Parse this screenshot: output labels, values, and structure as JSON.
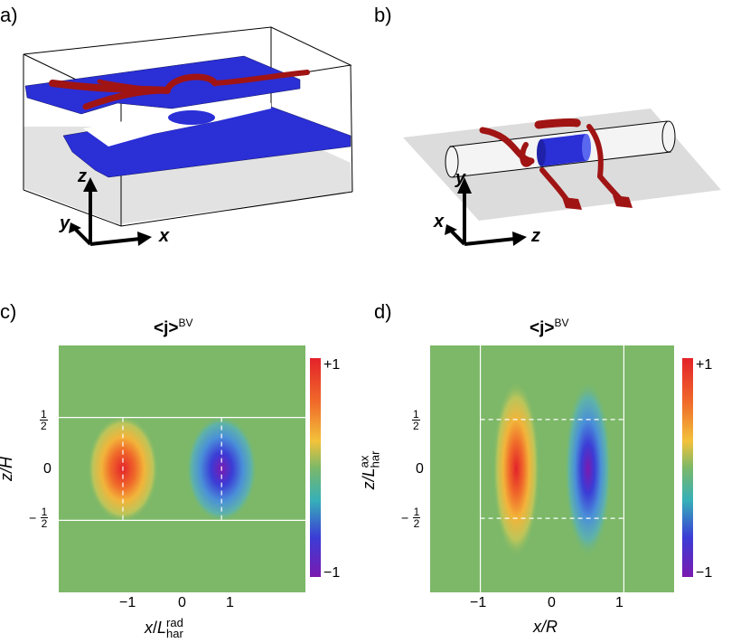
{
  "panels": {
    "a": {
      "label": "a)",
      "axes": {
        "z": "z",
        "y": "y",
        "x": "x"
      }
    },
    "b": {
      "label": "b)",
      "axes": {
        "y": "y",
        "x": "x",
        "z": "z"
      }
    },
    "c": {
      "label": "c)",
      "title_main": "<j>",
      "title_sup": "BV",
      "colorbar": {
        "max": "+1",
        "min": "−1"
      },
      "xticks": [
        "−1",
        "0",
        "1"
      ],
      "yticks": {
        "half": "1",
        "half_den": "2",
        "zero": "0",
        "neg": "−",
        "neghalf": "1",
        "neghalf_den": "2"
      },
      "xlabel_var": "x",
      "xlabel_slash": "/",
      "xlabel_L": "L",
      "xlabel_sup": "rad",
      "xlabel_sub": "har",
      "ylabel": "z/H"
    },
    "d": {
      "label": "d)",
      "title_main": "<j>",
      "title_sup": "BV",
      "colorbar": {
        "max": "+1",
        "min": "−1"
      },
      "xticks": [
        "−1",
        "0",
        "1"
      ],
      "yticks": {
        "half": "1",
        "half_den": "2",
        "zero": "0",
        "neg": "−",
        "neghalf": "1",
        "neghalf_den": "2"
      },
      "xlabel": "x/R",
      "ylabel_var": "z/L",
      "ylabel_sup": "ax",
      "ylabel_sub": "har"
    }
  },
  "colors": {
    "background_green": "#7cb868",
    "electrode_blue": "#2a2fd6",
    "trace_red": "#a01414",
    "gray_plane": "#dcdcdc"
  },
  "chart_data": [
    {
      "type": "heatmap",
      "panel": "c",
      "title": "<j>BV",
      "xlabel": "x/L_har^rad",
      "ylabel": "z/H",
      "xlim": [
        -2.3,
        2.7
      ],
      "ylim": [
        -1.2,
        1.2
      ],
      "xticks": [
        -1,
        0,
        1
      ],
      "yticks": [
        -0.5,
        0,
        0.5
      ],
      "colorbar_range": [
        -1,
        1
      ],
      "solid_lines_y": [
        -0.5,
        0.5
      ],
      "dashed_lines_x": [
        -1,
        1
      ],
      "features": [
        {
          "center_x": -1,
          "center_z": 0,
          "value": 1
        },
        {
          "center_x": 1,
          "center_z": 0,
          "value": -1
        }
      ]
    },
    {
      "type": "heatmap",
      "panel": "d",
      "title": "<j>BV",
      "xlabel": "x/R",
      "ylabel": "z/L_har^ax",
      "xlim": [
        -1.7,
        1.7
      ],
      "ylim": [
        -1.25,
        1.25
      ],
      "xticks": [
        -1,
        0,
        1
      ],
      "yticks": [
        -0.5,
        0,
        0.5
      ],
      "colorbar_range": [
        -1,
        1
      ],
      "solid_lines_x": [
        -1,
        1
      ],
      "dashed_lines_y": [
        -0.5,
        0.5
      ],
      "features": [
        {
          "center_x": -0.5,
          "center_z": 0,
          "value": 1
        },
        {
          "center_x": 0.5,
          "center_z": 0,
          "value": -1
        }
      ]
    }
  ]
}
